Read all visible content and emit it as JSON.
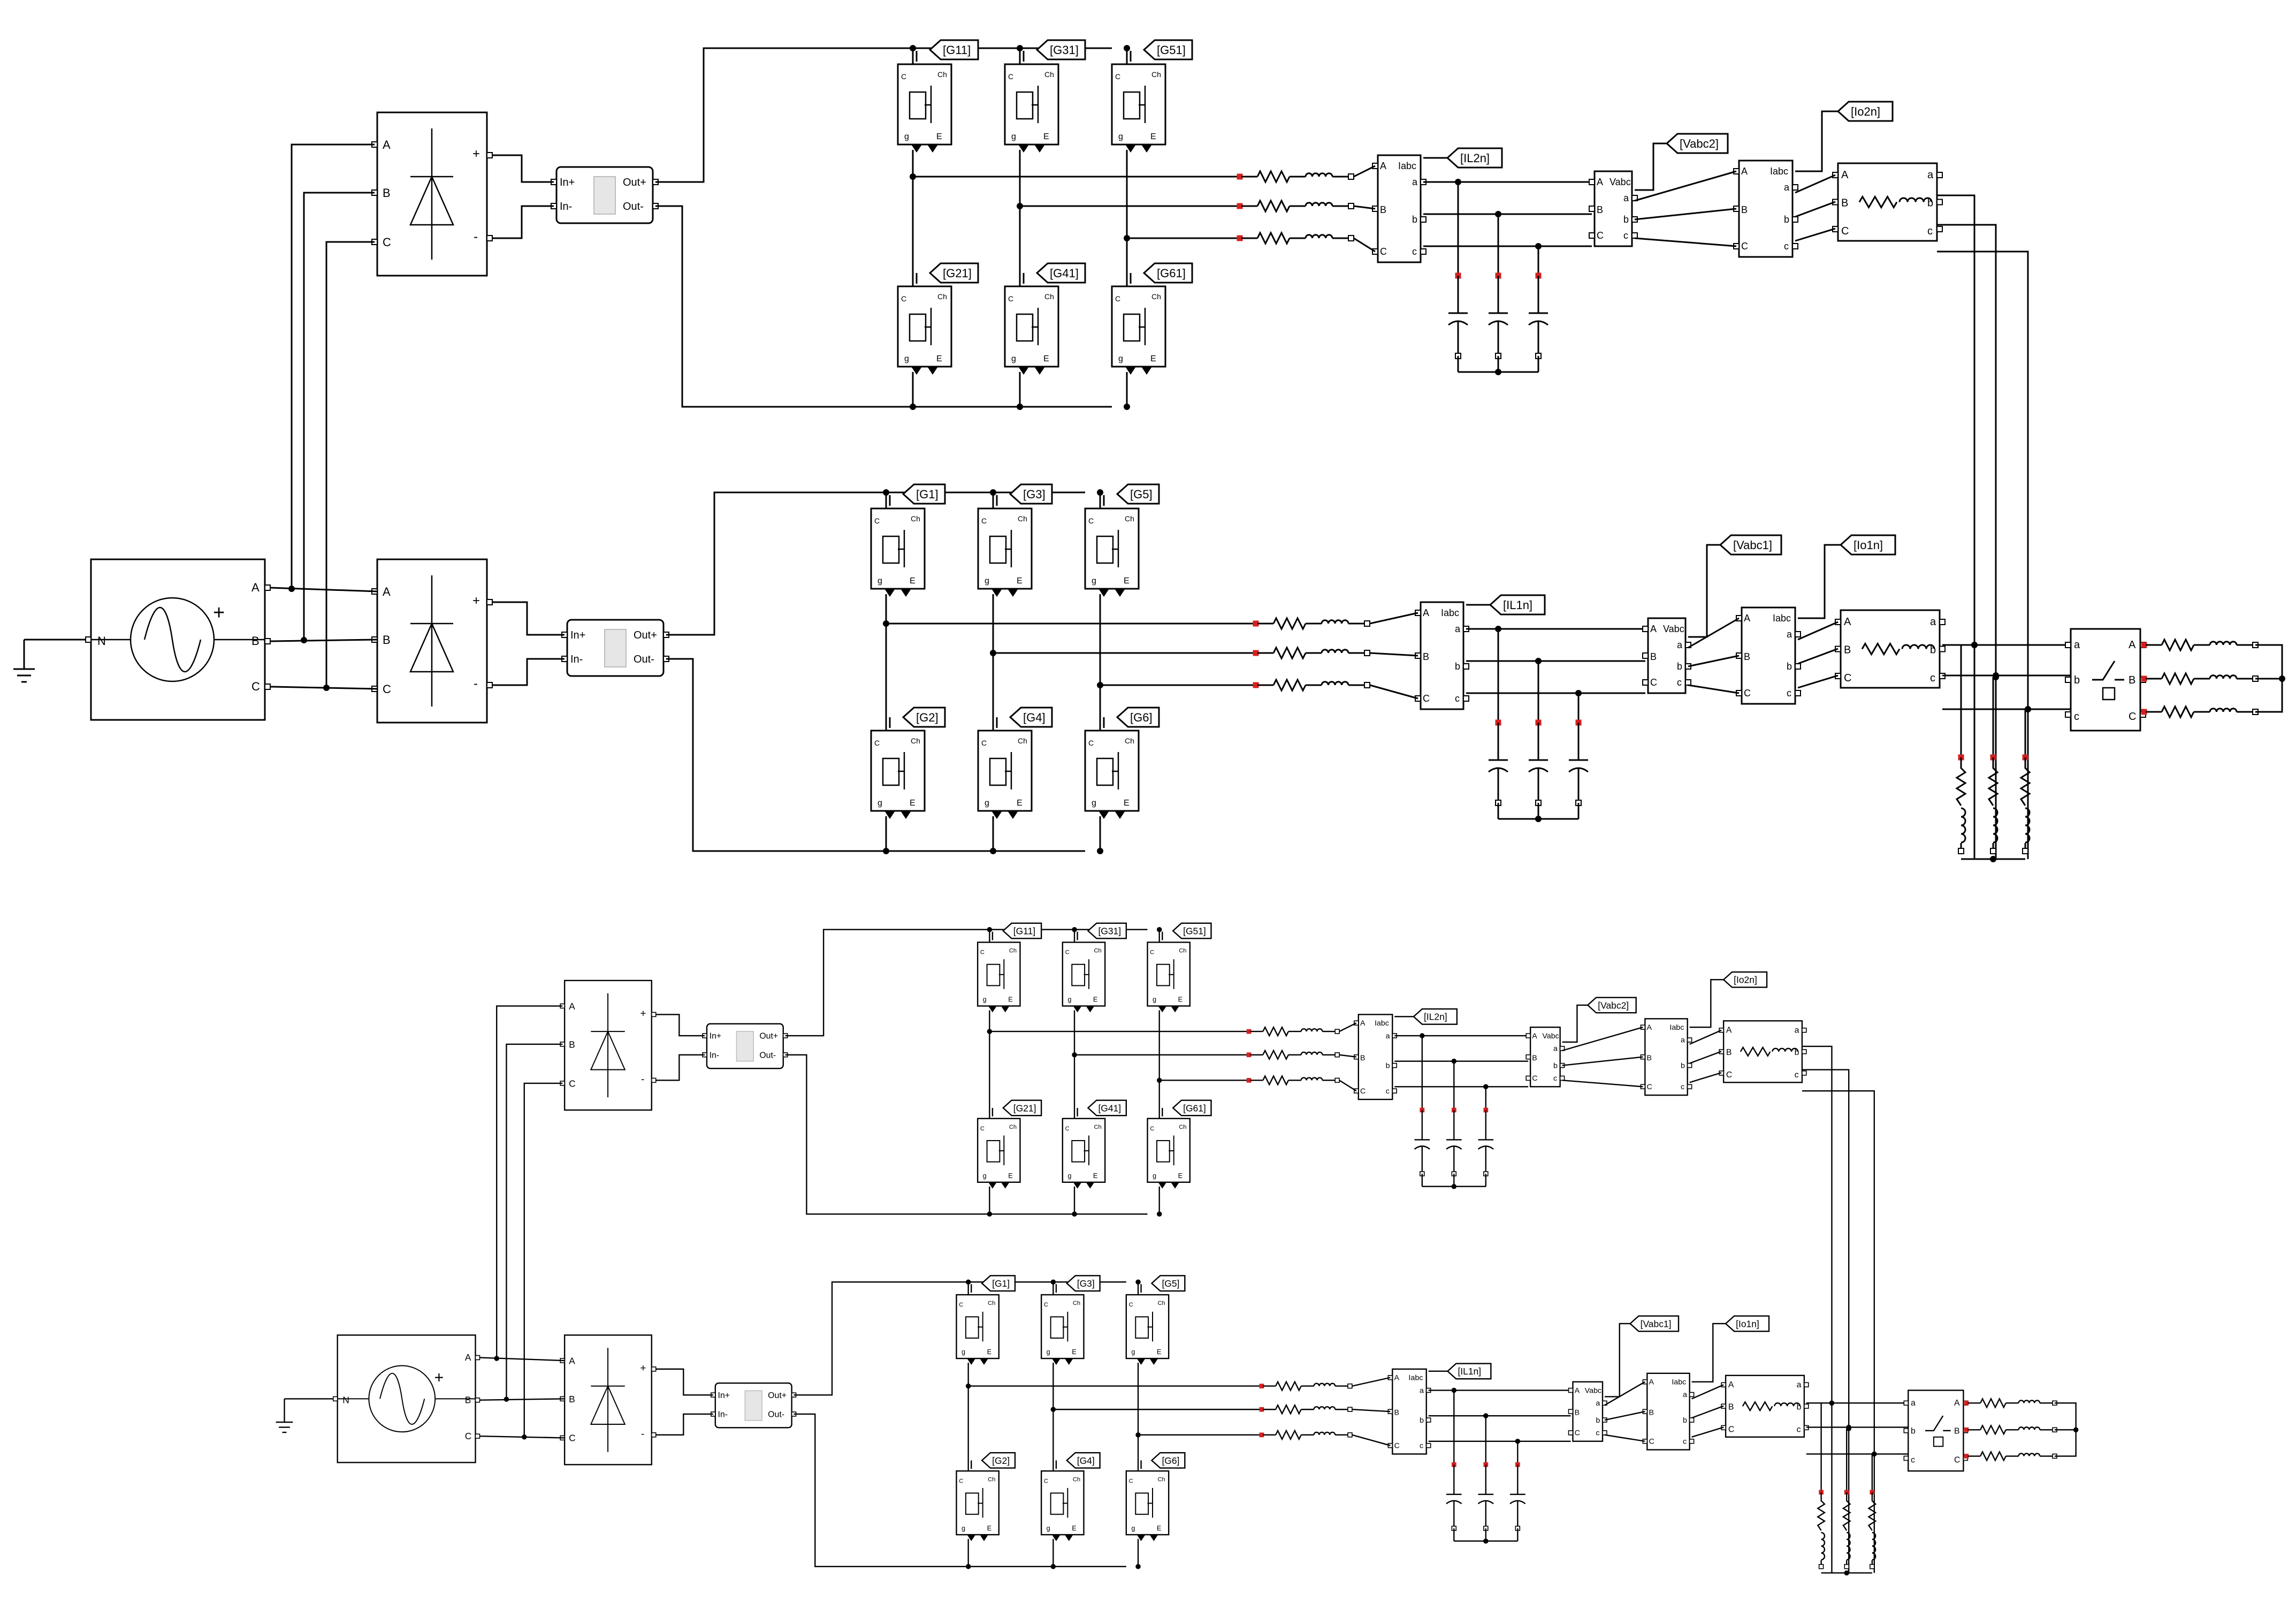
{
  "labels": {
    "src_n": "N",
    "src_plus": "+",
    "src_a": "A",
    "src_b": "B",
    "src_c": "C",
    "rect_plus": "+",
    "rect_minus": "-",
    "dc_in_plus": "In+",
    "dc_in_minus": "In-",
    "dc_out_plus": "Out+",
    "dc_out_minus": "Out-",
    "igbt_c": "C",
    "igbt_g": "g",
    "igbt_e": "E",
    "iabc": "Iabc",
    "vabc": "Vabc",
    "pa": "a",
    "pb": "b",
    "pc": "c",
    "PA": "A",
    "PB": "B",
    "PC": "C"
  },
  "diagrams": [
    {
      "upper_inverter_gates": [
        "[G11]",
        "[G31]",
        "[G51]",
        "[G21]",
        "[G41]",
        "[G61]"
      ],
      "lower_inverter_gates": [
        "[G1]",
        "[G3]",
        "[G5]",
        "[G2]",
        "[G4]",
        "[G6]"
      ],
      "upper_current_tag": "[IL2n]",
      "upper_voltage_tag": "[Vabc2]",
      "upper_output_current_tag": "[Io2n]",
      "lower_current_tag": "[IL1n]",
      "lower_voltage_tag": "[Vabc1]",
      "lower_output_current_tag": "[Io1n]"
    },
    {
      "upper_inverter_gates": [
        "[G11]",
        "[G31]",
        "[G51]",
        "[G21]",
        "[G41]",
        "[G61]"
      ],
      "lower_inverter_gates": [
        "[G1]",
        "[G3]",
        "[G5]",
        "[G2]",
        "[G4]",
        "[G6]"
      ],
      "upper_current_tag": "[IL2n]",
      "upper_voltage_tag": "[Vabc2]",
      "upper_output_current_tag": "[Io2n]",
      "lower_current_tag": "[IL1n]",
      "lower_voltage_tag": "[Vabc1]",
      "lower_output_current_tag": "[Io1n]"
    }
  ]
}
